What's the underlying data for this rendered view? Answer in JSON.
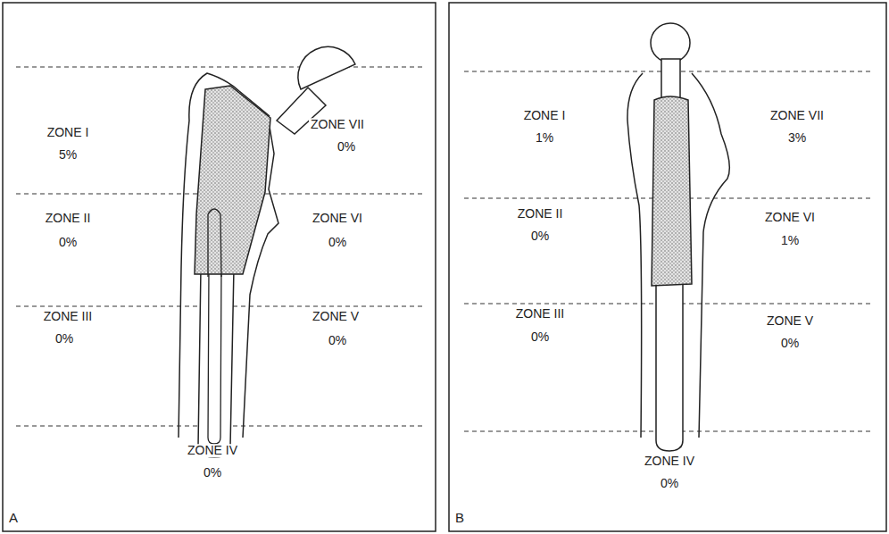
{
  "diagram": {
    "labels": [
      "ZONE I",
      "5%",
      "ZONE VII",
      "0%",
      "ZONE II",
      "0%",
      "ZONE VI",
      "0%",
      "ZONE III",
      "0%",
      "ZONE V",
      "0%",
      "ZONE IV",
      "0%",
      "A",
      "ZONE I",
      "1%",
      "ZONE VII",
      "3%",
      "ZONE II",
      "0%",
      "ZONE VI",
      "1%",
      "ZONE III",
      "0%",
      "ZONE V",
      "0%",
      "ZONE IV",
      "0%",
      "B"
    ]
  }
}
